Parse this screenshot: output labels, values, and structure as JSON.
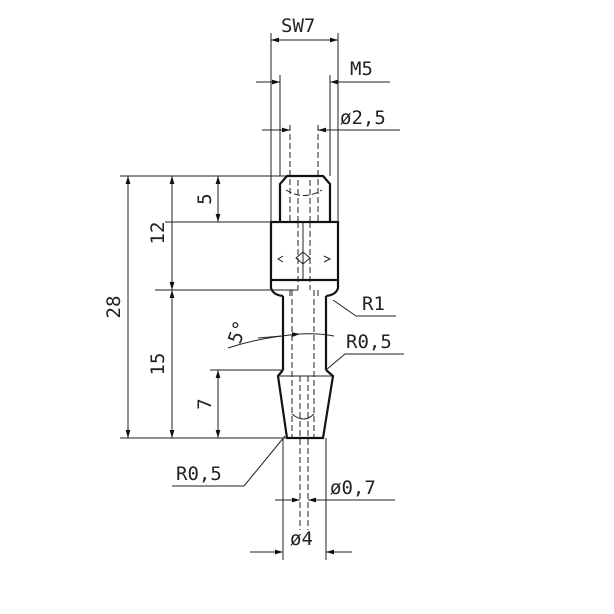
{
  "diagram": {
    "labels": {
      "sw": "SW7",
      "thread": "M5",
      "bore_dia": "ø2,5",
      "thread_depth": "5",
      "upper_len": "12",
      "total_len": "28",
      "lower_len": "15",
      "taper_len": "7",
      "angle": "5°",
      "radius_r1": "R1",
      "radius_r05_top": "R0,5",
      "radius_r05_bottom": "R0,5",
      "tip_dia": "ø0,7",
      "shaft_dia": "ø4"
    }
  }
}
